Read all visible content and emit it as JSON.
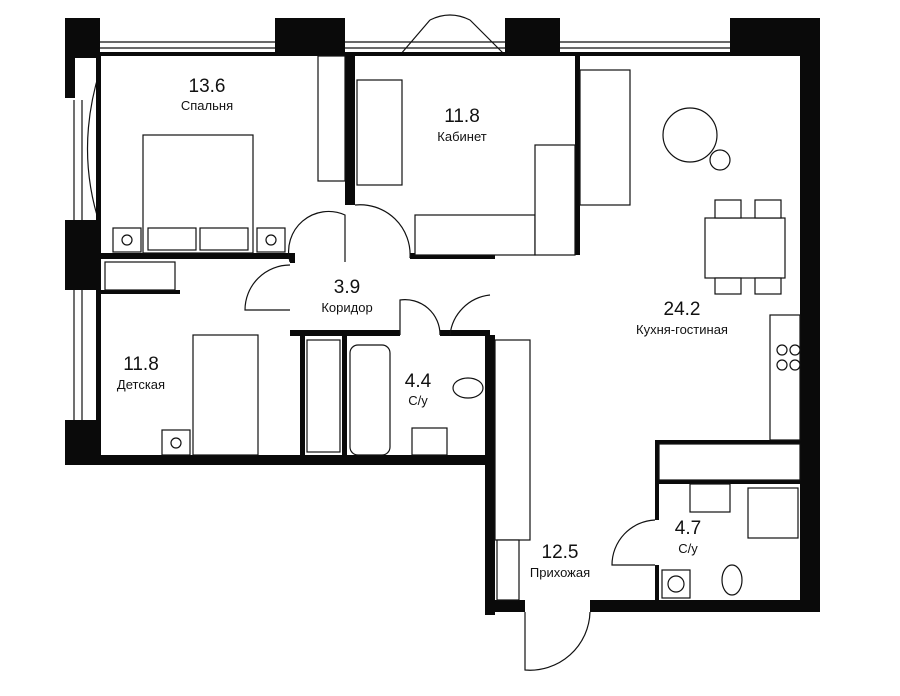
{
  "rooms": [
    {
      "area": "13.6",
      "name": "Спальня"
    },
    {
      "area": "11.8",
      "name": "Кабинет"
    },
    {
      "area": "3.9",
      "name": "Коридор"
    },
    {
      "area": "24.2",
      "name": "Кухня-гостиная"
    },
    {
      "area": "11.8",
      "name": "Детская"
    },
    {
      "area": "4.4",
      "name": "С/у"
    },
    {
      "area": "12.5",
      "name": "Прихожая"
    },
    {
      "area": "4.7",
      "name": "С/у"
    }
  ]
}
